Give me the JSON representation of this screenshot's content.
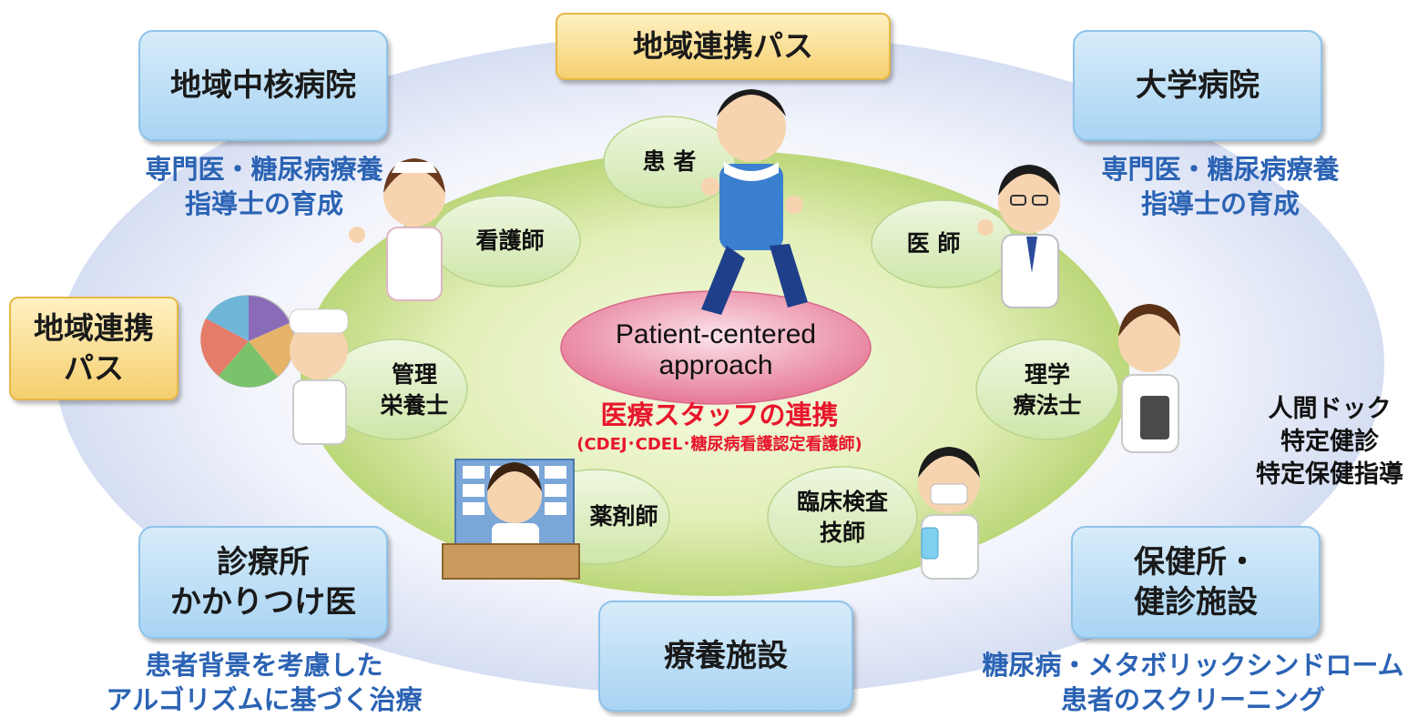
{
  "hospitals": {
    "regional_core": "地域中核病院",
    "university": "大学病院",
    "clinic_line1": "診療所",
    "clinic_line2": "かかりつけ医",
    "health_center_line1": "保健所・",
    "health_center_line2": "健診施設",
    "care_facility": "療養施設"
  },
  "pathway": {
    "top": "地域連携パス",
    "left_line1": "地域連携",
    "left_line2": "パス"
  },
  "notes": {
    "regional_core_line1": "専門医・糖尿病療養",
    "regional_core_line2": "指導士の育成",
    "university_line1": "専門医・糖尿病療養",
    "university_line2": "指導士の育成",
    "clinic_line1": "患者背景を考慮した",
    "clinic_line2": "アルゴリズムに基づく治療",
    "health_center_line1": "糖尿病・メタボリックシンドローム",
    "health_center_line2": "患者のスクリーニング",
    "checkup_line1": "人間ドック",
    "checkup_line2": "特定健診",
    "checkup_line3": "特定保健指導"
  },
  "roles": {
    "patient": "患 者",
    "nurse": "看護師",
    "doctor": "医 師",
    "dietitian_line1": "管理",
    "dietitian_line2": "栄養士",
    "physio_line1": "理学",
    "physio_line2": "療法士",
    "pharmacist": "薬剤師",
    "lab_line1": "臨床検査",
    "lab_line2": "技師"
  },
  "center": {
    "line1": "Patient-centered",
    "line2": "approach",
    "staff_title": "医療スタッフの連携",
    "staff_sub": "(CDEJ･CDEL･糖尿病看護認定看護師)"
  },
  "colors": {
    "outer_ellipse": "#dfe6f7",
    "inner_ellipse": "#c9e08a",
    "role_ellipse": "#d9ecbf",
    "center_ellipse": "#e8869e",
    "note_blue": "#2b63b4",
    "highlight_red": "#e8162c"
  }
}
